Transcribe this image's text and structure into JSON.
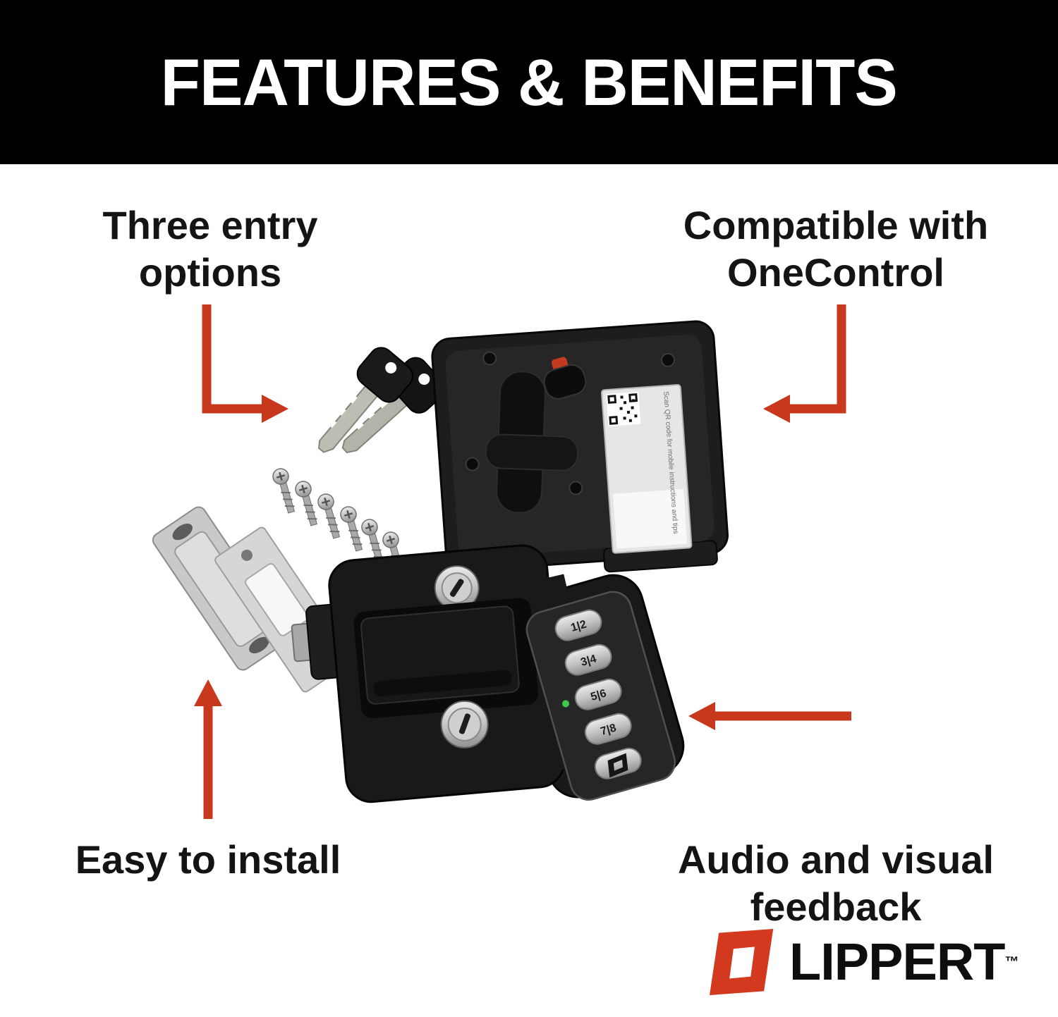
{
  "header": {
    "title": "FEATURES & BENEFITS"
  },
  "callouts": {
    "three_entry": {
      "line1": "Three entry",
      "line2": "options"
    },
    "onecontrol": {
      "line1": "Compatible with",
      "line2": "OneControl"
    },
    "easy_install": {
      "line1": "Easy to install"
    },
    "feedback": {
      "line1": "Audio and visual",
      "line2": "feedback"
    }
  },
  "product": {
    "keypad_buttons": [
      "1|2",
      "3|4",
      "5|6",
      "7|8"
    ],
    "qr_label_text": "Scan QR code for mobile instructions and tips"
  },
  "logo": {
    "text": "LIPPERT",
    "tm": "™"
  },
  "colors": {
    "arrow": "#C8381D",
    "banner_bg": "#000000",
    "logo_red": "#D2391F",
    "led_green": "#3FC94C"
  }
}
